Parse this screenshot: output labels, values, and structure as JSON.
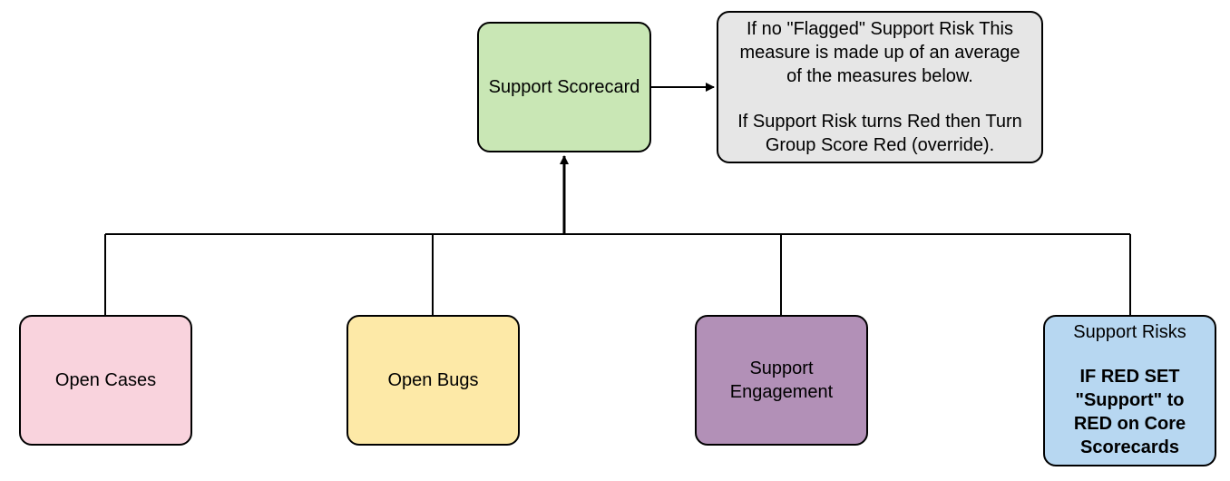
{
  "root": {
    "label": "Support Scorecard",
    "color": "#c9e7b5"
  },
  "note": {
    "line1": "If no \"Flagged\" Support Risk This",
    "line2": "measure is made up of an average",
    "line3": "of the measures below.",
    "line4": "If Support Risk turns Red then Turn",
    "line5": "Group Score Red (override).",
    "color": "#e6e6e6"
  },
  "children": [
    {
      "line1": "Open Cases",
      "color": "#f9d3dd"
    },
    {
      "line1": "Open Bugs",
      "color": "#fde9a7"
    },
    {
      "line1": "Support",
      "line2": "Engagement",
      "color": "#b290b7"
    },
    {
      "title": "Support Risks",
      "rule1": "IF RED SET",
      "rule2": "\"Support\" to",
      "rule3": "RED on Core",
      "rule4": "Scorecards",
      "color": "#b7d7f1"
    }
  ],
  "colors": {
    "line": "#000000"
  }
}
